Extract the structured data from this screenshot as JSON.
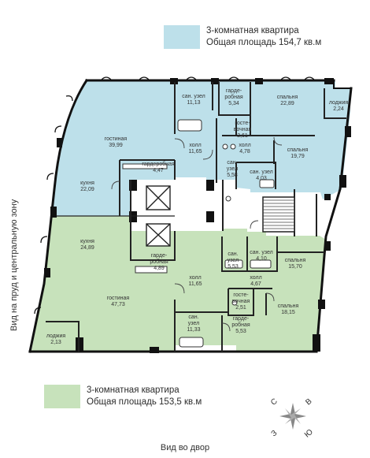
{
  "apartments": [
    {
      "title": "3-комнатная квартира",
      "area_label": "Общая площадь 154,7 кв.м",
      "color": "#bde0ea"
    },
    {
      "title": "3-комнатная квартира",
      "area_label": "Общая площадь 153,5 кв.м",
      "color": "#c7e2bb"
    }
  ],
  "rooms": {
    "blue": {
      "bath1": [
        "сан. узел",
        "11,13"
      ],
      "dressing1": [
        "гарде-",
        "робная",
        "5,34"
      ],
      "bedroom1": [
        "спальня",
        "22,89"
      ],
      "loggia1": [
        "лоджия",
        "2,24"
      ],
      "guest_wc1": [
        "госте-",
        "вочная",
        "2,61"
      ],
      "living1": [
        "гостиная",
        "39,99"
      ],
      "hall1": [
        "холл",
        "11,65"
      ],
      "hall2": [
        "холл",
        "4,78"
      ],
      "bedroom2": [
        "спальня",
        "19,79"
      ],
      "dressing2": [
        "гардеробная",
        "4,47"
      ],
      "bath2": [
        "сан.",
        "узел",
        "5,58"
      ],
      "bath3": [
        "сан. узел",
        "4,03"
      ],
      "kitchen1": [
        "кухня",
        "22,09"
      ]
    },
    "green": {
      "kitchen2": [
        "кухня",
        "24,89"
      ],
      "dressing3": [
        "гарде-",
        "робная",
        "4,89"
      ],
      "bath4": [
        "сан.",
        "узел",
        "5,53"
      ],
      "bath5": [
        "сан. узел",
        "4,10"
      ],
      "bedroom3": [
        "спальня",
        "15,70"
      ],
      "hall3": [
        "холл",
        "11,65"
      ],
      "hall4": [
        "холл",
        "4,67"
      ],
      "living2": [
        "гостиная",
        "47,73"
      ],
      "guest_wc2": [
        "госте-",
        "вочная",
        "2,51"
      ],
      "bedroom4": [
        "спальня",
        "18,15"
      ],
      "bath6": [
        "сан.",
        "узел",
        "11,33"
      ],
      "dressing4": [
        "гарде-",
        "робная",
        "5,53"
      ],
      "loggia2": [
        "лоджия",
        "2,13"
      ]
    }
  },
  "compass": {
    "n": "С",
    "e": "В",
    "s": "Ю",
    "w": "З"
  },
  "captions": {
    "bottom": "Вид во двор",
    "side": "Вид на пруд и центральную зону"
  }
}
